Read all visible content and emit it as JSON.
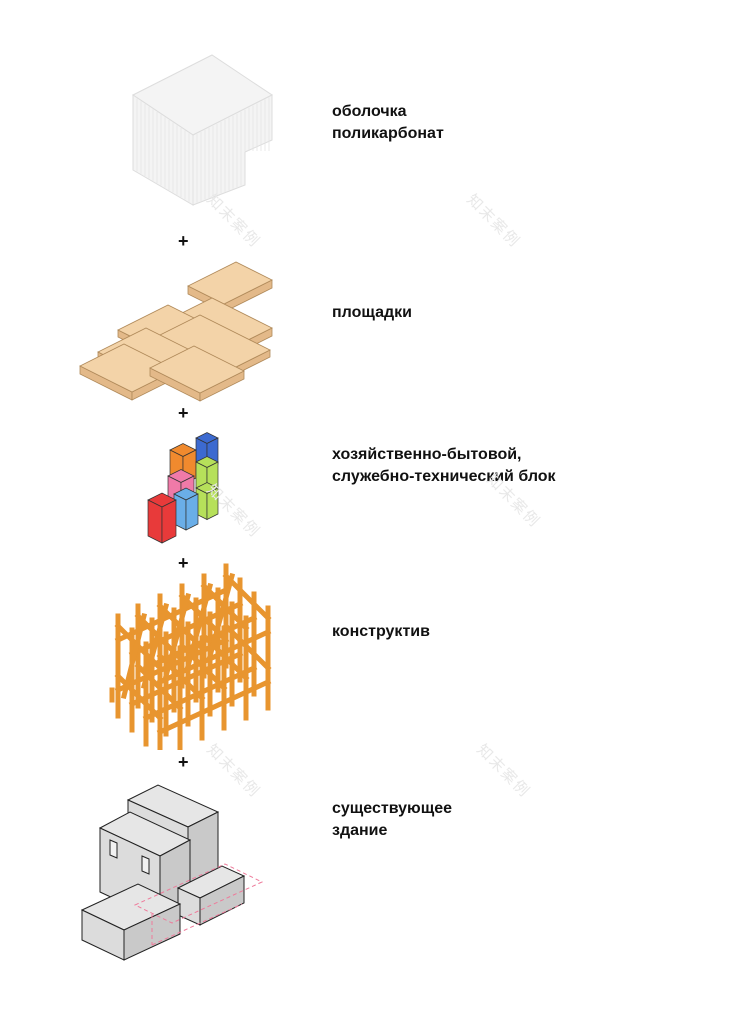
{
  "layers": [
    {
      "label_lines": [
        "оболочка",
        "поликарбонат"
      ]
    },
    {
      "label_lines": [
        "площадки"
      ]
    },
    {
      "label_lines": [
        "хозяйственно-бытовой,",
        "служебно-технический блок"
      ]
    },
    {
      "label_lines": [
        "конструктив"
      ]
    },
    {
      "label_lines": [
        "существующее",
        "здание"
      ]
    }
  ],
  "separator": "+",
  "watermark": "知末案例",
  "colors": {
    "shell": "#f2f2f2",
    "platform_top": "#f3d3a8",
    "platform_side": "#e3b989",
    "structure": "#f0a040",
    "block_red": "#e83a3a",
    "block_blue": "#6aaee8",
    "block_green": "#b6e05a",
    "block_orange": "#f08a2e",
    "block_pink": "#f07aa8",
    "block_navy": "#3c6ad0",
    "building": "#dcdcdc",
    "dashed_outline": "#ee7a9a"
  }
}
